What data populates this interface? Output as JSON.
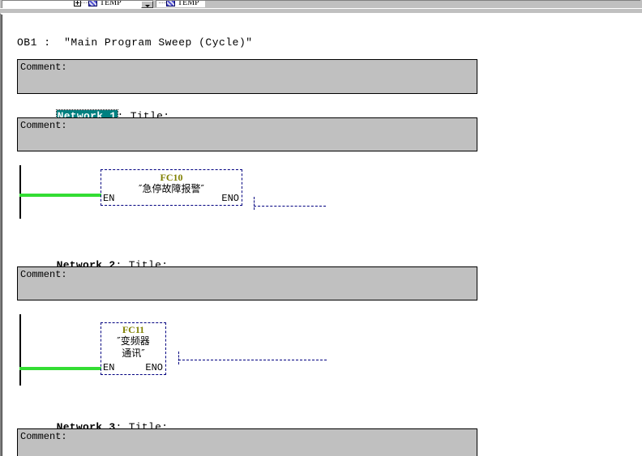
{
  "window": {
    "declaration_rows": [
      {
        "label": "TEMP",
        "icon": "variable-table-icon",
        "expander": "plus-expander-icon"
      },
      {
        "label": "TEMP",
        "icon": "variable-table-icon"
      }
    ],
    "scroll_button": "scroll-down-arrow-icon"
  },
  "block": {
    "title": "OB1 :  ″Main Program Sweep (Cycle)″",
    "header_comment": "Comment:"
  },
  "colors": {
    "rung_green": "#33dd33",
    "fc_label_olive": "#808000",
    "wire_navy": "#000080",
    "selection_teal": "#008080",
    "comment_gray": "#c0c0c0"
  },
  "networks": [
    {
      "name": "Network 1",
      "rest": ": Title:",
      "selected": true,
      "comment": "Comment:",
      "call": {
        "fc_name": "FC10",
        "symbol": "″急停故障报警″",
        "en_label": "EN",
        "eno_label": "ENO"
      }
    },
    {
      "name": "Network 2",
      "rest": ": Title:",
      "selected": false,
      "comment": "Comment:",
      "call": {
        "fc_name": "FC11",
        "symbol": "″变频器\n通讯″",
        "en_label": "EN",
        "eno_label": "ENO"
      }
    },
    {
      "name": "Network 3",
      "rest": ": Title:",
      "selected": false,
      "comment": "Comment:",
      "call": null
    }
  ]
}
